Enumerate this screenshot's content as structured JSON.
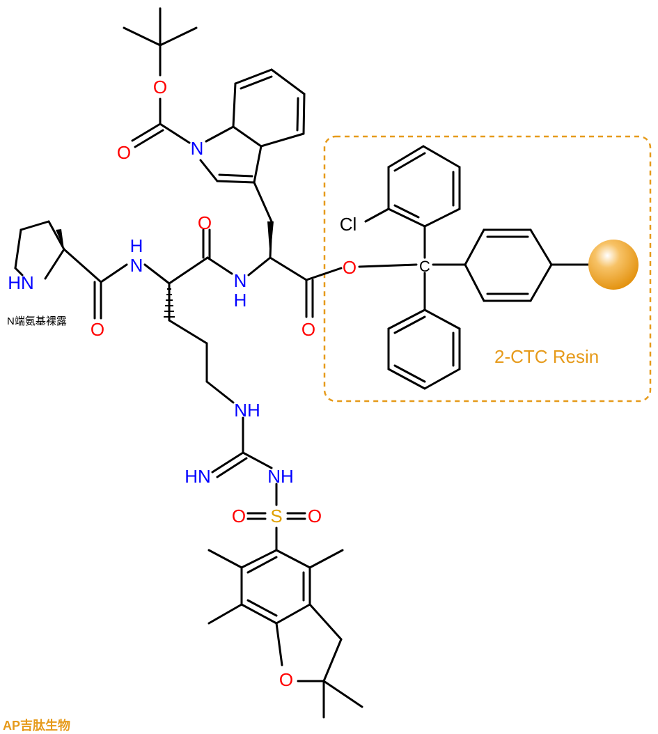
{
  "colors": {
    "bond": "#000000",
    "oxygen": "#ff0000",
    "nitrogen": "#0000ff",
    "sulfur": "#e0a000",
    "resin": "#e69a1a",
    "logo": "#e69a1a"
  },
  "atoms": {
    "o_boc_ether": "O",
    "o_boc_carbonyl": "O",
    "n_indole": "N",
    "o_arg_carbonyl": "O",
    "hn_pro": "HN",
    "nh_pro_arg_h": "H",
    "nh_pro_arg_n": "N",
    "o_pro_carbonyl": "O",
    "n_arg_trp": "N",
    "h_arg_trp": "H",
    "o_ester": "O",
    "o_trp_carbonyl": "O",
    "nh_guan_1": "NH",
    "hn_imine": "HN",
    "nh_guan_2": "NH",
    "o_sulfonyl_left": "O",
    "s_sulfonyl": "S",
    "o_sulfonyl_right": "O",
    "o_furan": "O",
    "cl": "Cl",
    "c_trityl": "C"
  },
  "annotations": {
    "n_terminus_note": "N端氨基裸露",
    "resin_label": "2-CTC Resin"
  },
  "logo": {
    "text": "AP吉肽生物"
  }
}
